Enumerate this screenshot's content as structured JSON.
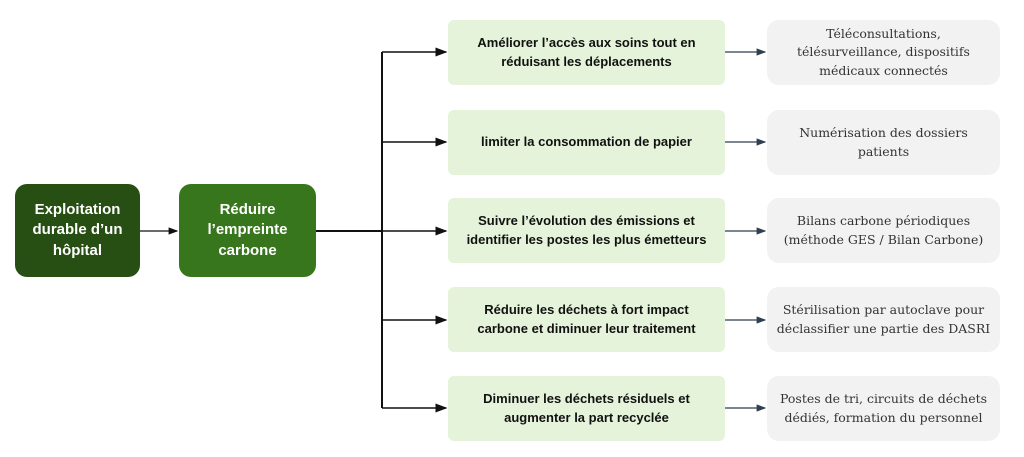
{
  "root": {
    "label": "Exploitation durable d’un hôpital",
    "color": "#274e13"
  },
  "objective": {
    "label": "Réduire l’empreinte carbone",
    "color": "#38761d"
  },
  "branches": [
    {
      "goal": "Améliorer l’accès aux soins tout en réduisant les déplacements",
      "action": "Téléconsultations, télésurveillance, dispositifs médicaux connectés"
    },
    {
      "goal": "limiter la consommation de papier",
      "action": "Numérisation des dossiers patients"
    },
    {
      "goal": "Suivre l’évolution des émissions et identifier les postes les plus émetteurs",
      "action": "Bilans carbone périodiques (méthode GES / Bilan Carbone)"
    },
    {
      "goal": "Réduire les déchets à fort impact carbone et diminuer leur traitement",
      "action": "Stérilisation par autoclave pour déclassifier une partie des DASRI"
    },
    {
      "goal": "Diminuer les déchets résiduels et augmenter la part recyclée",
      "action": "Postes de tri, circuits de déchets dédiés, formation du personnel"
    }
  ],
  "colors": {
    "goal_bg": "#e5f3da",
    "action_bg": "#f2f2f2",
    "arrow": "#2e3f4f"
  }
}
